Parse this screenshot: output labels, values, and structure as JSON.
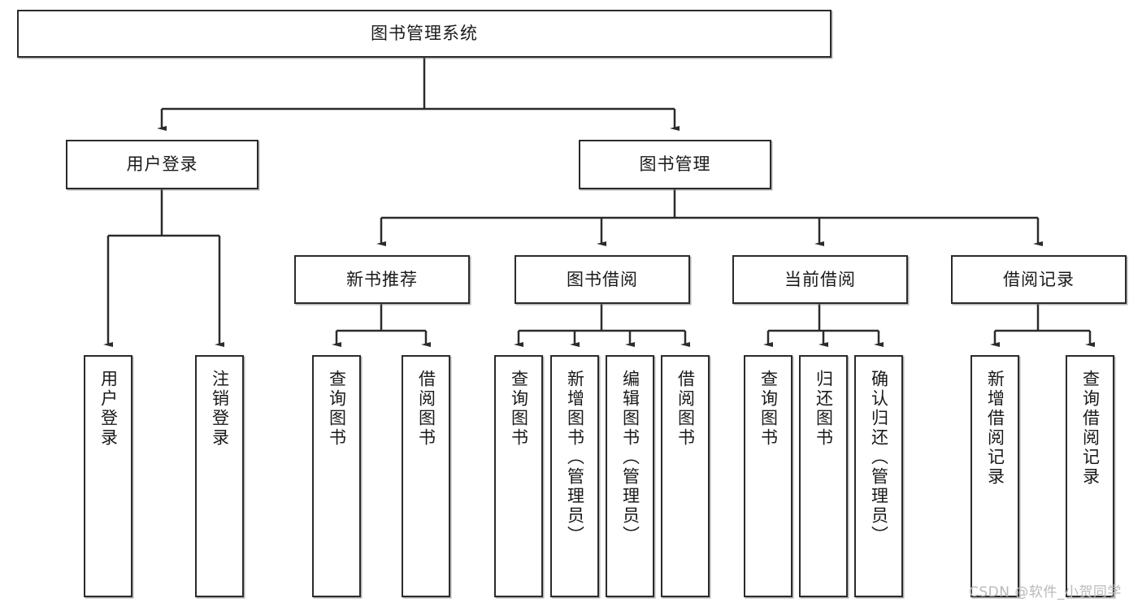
{
  "diagram": {
    "title": "图书管理系统",
    "type": "tree-hierarchy-chart",
    "watermark": "CSDN @软件_小贺同学",
    "colors": {
      "background": "#ffffff",
      "box_border": "#2b2b2b",
      "box_fill": "#ffffff",
      "text": "#1a1a1a",
      "edge": "#2b2b2b",
      "watermark": "#b9b9b9"
    }
  },
  "nodes": {
    "root": {
      "label": "图书管理系统"
    },
    "level2": [
      {
        "label": "用户登录"
      },
      {
        "label": "图书管理"
      }
    ],
    "level3": [
      {
        "label": "新书推荐"
      },
      {
        "label": "图书借阅"
      },
      {
        "label": "当前借阅"
      },
      {
        "label": "借阅记录"
      }
    ],
    "leaves": {
      "user_login": [
        {
          "label": "用户登录"
        },
        {
          "label": "注销登录"
        }
      ],
      "new_book_recommend": [
        {
          "label": "查询图书"
        },
        {
          "label": "借阅图书"
        }
      ],
      "book_borrow": [
        {
          "label": "查询图书"
        },
        {
          "label": "新增图书（管理员）"
        },
        {
          "label": "编辑图书（管理员）"
        },
        {
          "label": "借阅图书"
        }
      ],
      "current_borrow": [
        {
          "label": "查询图书"
        },
        {
          "label": "归还图书"
        },
        {
          "label": "确认归还（管理员）"
        }
      ],
      "borrow_records": [
        {
          "label": "新增借阅记录"
        },
        {
          "label": "查询借阅记录"
        }
      ]
    }
  }
}
